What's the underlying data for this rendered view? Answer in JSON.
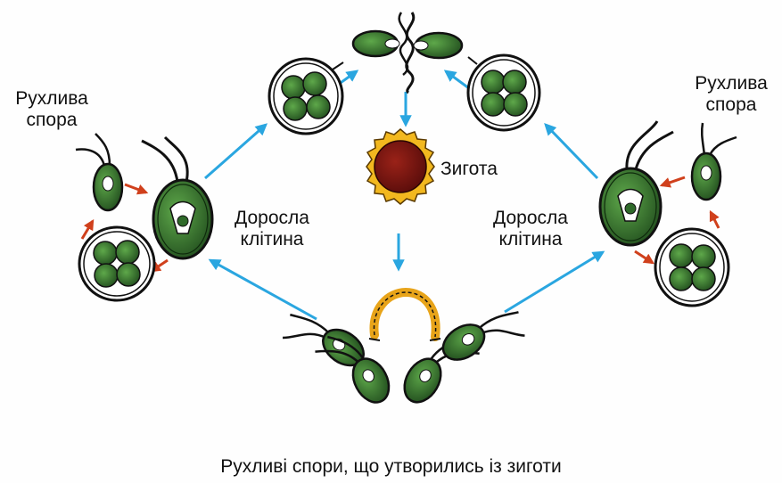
{
  "labels": {
    "spore_left": [
      "Рухлива",
      "спора"
    ],
    "spore_right": [
      "Рухлива",
      "спора"
    ],
    "adult_left": [
      "Доросла",
      "клітина"
    ],
    "adult_right": [
      "Доросла",
      "клітина"
    ],
    "zygote": "Зигота",
    "caption": "Рухливі спори, що утворились із зиготи"
  },
  "colors": {
    "blue_arrow": "#2aa6e0",
    "red_arrow": "#d0401c",
    "cell_green": "#2f6a2a",
    "cell_green_light": "#4f9a3e",
    "outline": "#111111",
    "zygote_core": "#7a1512",
    "zygote_ring": "#f2b81f"
  }
}
